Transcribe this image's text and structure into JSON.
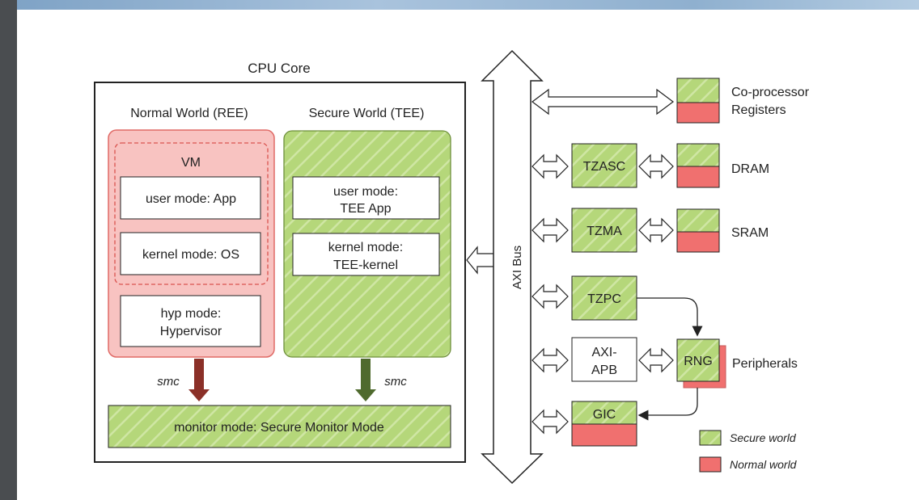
{
  "diagram": {
    "cpu_core_label": "CPU Core",
    "normal_world_title": "Normal World (REE)",
    "secure_world_title": "Secure World (TEE)",
    "vm_label": "VM",
    "user_mode_app": "user mode: App",
    "kernel_mode_os": "kernel mode: OS",
    "hyp_mode_line1": "hyp mode:",
    "hyp_mode_line2": "Hypervisor",
    "tee_user_line1": "user mode:",
    "tee_user_line2": "TEE App",
    "tee_kernel_line1": "kernel mode:",
    "tee_kernel_line2": "TEE-kernel",
    "smc_left": "smc",
    "smc_right": "smc",
    "monitor_mode": "monitor mode: Secure Monitor Mode",
    "axi_bus": "AXI Bus",
    "tzasc": "TZASC",
    "tzma": "TZMA",
    "tzpc": "TZPC",
    "axi_apb_line1": "AXI-",
    "axi_apb_line2": "APB",
    "rng": "RNG",
    "gic": "GIC",
    "coprocessor_line1": "Co-processor",
    "coprocessor_line2": "Registers",
    "dram": "DRAM",
    "sram": "SRAM",
    "peripherals": "Peripherals",
    "legend_secure": "Secure world",
    "legend_normal": "Normal world"
  },
  "colors": {
    "secure_fill": "#b5d77a",
    "normal_fill": "#f0706f",
    "normal_world_bg": "#f8c3c1",
    "smc_left_arrow": "#8b3028",
    "smc_right_arrow": "#4f6a2e"
  }
}
